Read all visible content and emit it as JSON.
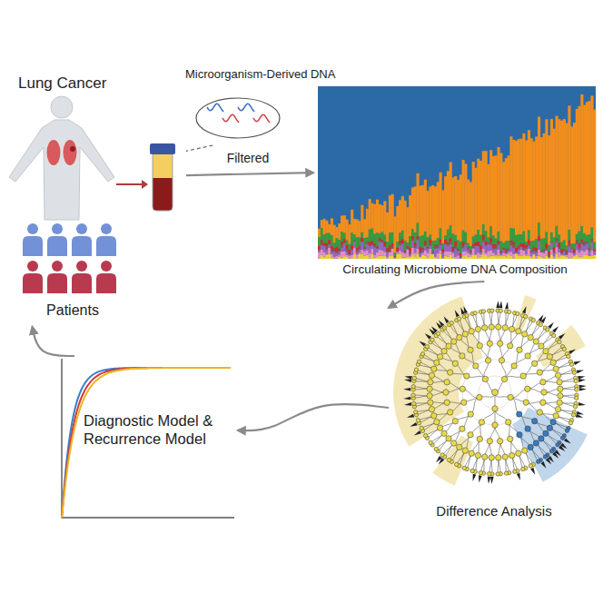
{
  "diagram": {
    "nodes": [
      {
        "text": [
          "Lung Cancer"
        ]
      },
      {
        "text": [
          "Microorganism-Derived DNA"
        ]
      },
      {
        "text": [
          "Circulating Microbiome DNA Composition"
        ]
      },
      {
        "text": [
          "Difference Analysis"
        ]
      },
      {
        "text": [
          "Diagnostic Model & Recurrence Model"
        ]
      },
      {
        "text": [
          "Patients"
        ]
      }
    ],
    "edges": [
      {
        "from": 0,
        "to": 2,
        "label": "Filtered",
        "arrow": "to"
      },
      {
        "from": 1,
        "to": 0,
        "arrow": "none"
      },
      {
        "from": 2,
        "to": 3,
        "arrow": "to"
      },
      {
        "from": 3,
        "to": 4,
        "arrow": "to"
      },
      {
        "from": 4,
        "to": 5,
        "arrow": "to"
      }
    ]
  }
}
